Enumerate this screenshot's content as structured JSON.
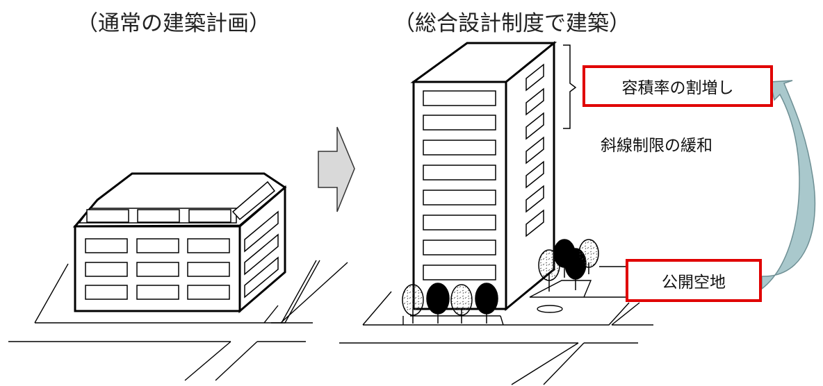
{
  "headings": {
    "left": "（通常の建築計画）",
    "right": "（総合設計制度で建築）"
  },
  "labels": {
    "far_bonus": "容積率の割増し",
    "slant_relax": "斜線制限の緩和",
    "open_space": "公開空地"
  },
  "colors": {
    "highlight_border": "#e00000",
    "arrow_fill": "#a9c8cc",
    "step_arrow_fill": "#d9d9d9"
  },
  "icons": [
    "right-arrow-icon",
    "curved-arrow-icon",
    "tree-icon"
  ]
}
